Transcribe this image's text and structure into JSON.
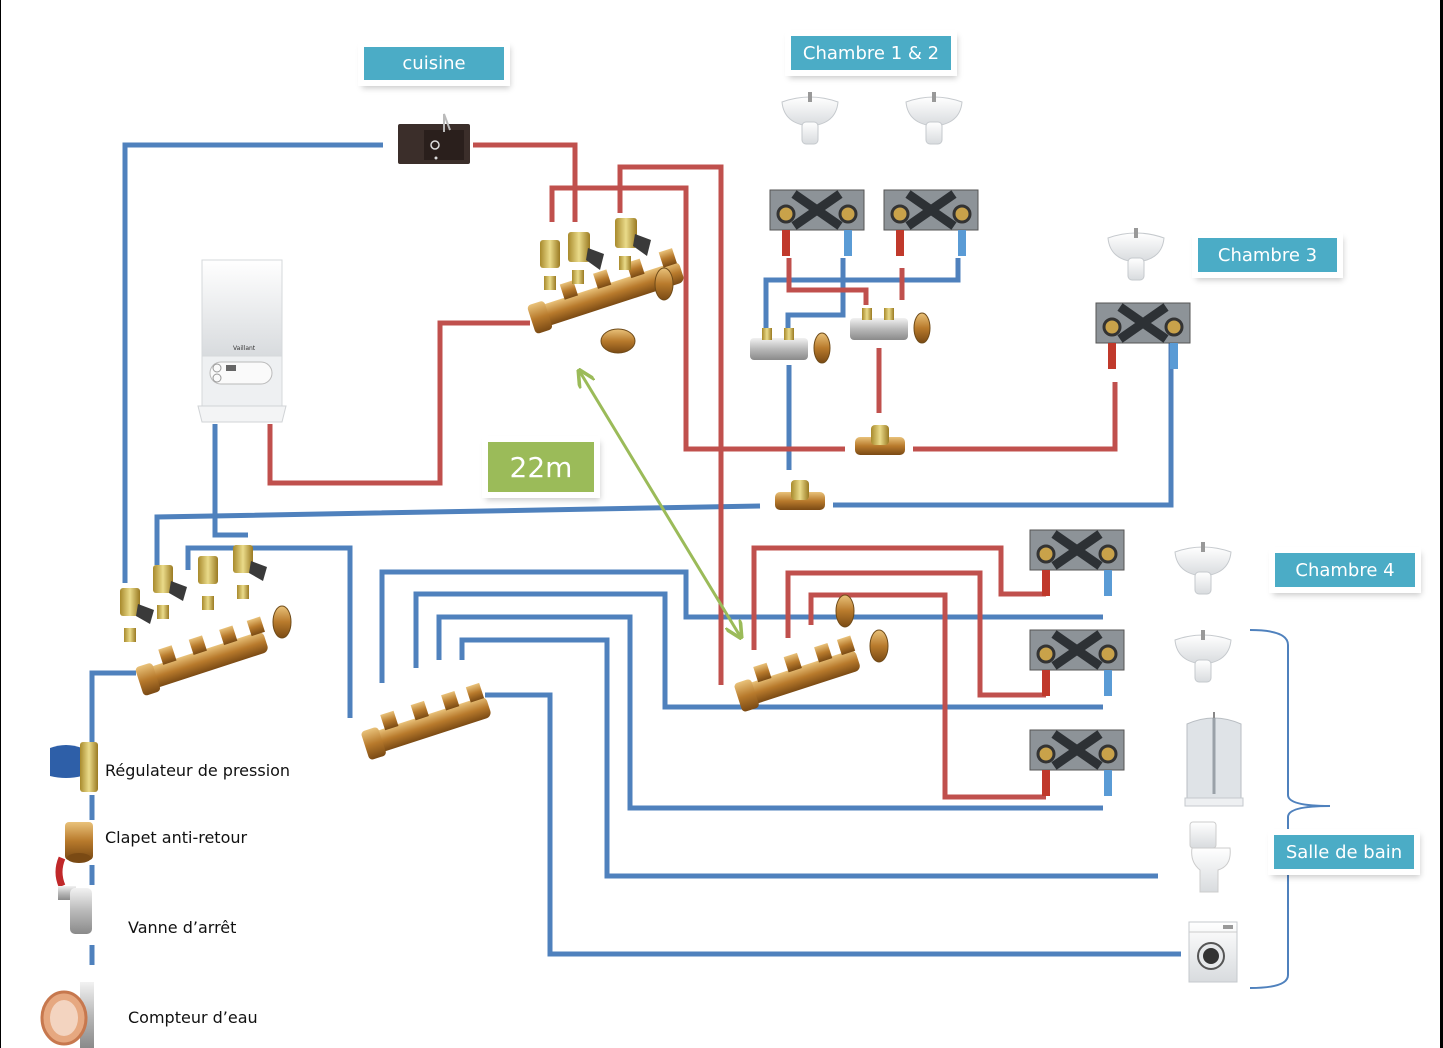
{
  "rooms": {
    "cuisine": "cuisine",
    "chambre_1_2": "Chambre 1 & 2",
    "chambre_3": "Chambre 3",
    "chambre_4": "Chambre 4",
    "salle_de_bain": "Salle de bain"
  },
  "distance_label": "22m",
  "legend": [
    {
      "label": "Régulateur de pression",
      "icon": "pressure-regulator-icon"
    },
    {
      "label": "Clapet anti-retour",
      "icon": "check-valve-icon"
    },
    {
      "label": "Vanne d’arrêt",
      "icon": "shutoff-valve-icon"
    },
    {
      "label": "Compteur d’eau",
      "icon": "water-meter-icon"
    }
  ],
  "appliances": {
    "kitchen": [
      "kitchen-sink"
    ],
    "chambre_1_2": [
      "washbasin",
      "washbasin"
    ],
    "chambre_3": [
      "washbasin"
    ],
    "chambre_4": [
      "washbasin"
    ],
    "salle_de_bain": [
      "washbasin",
      "shower-cabin",
      "toilet",
      "washing-machine"
    ]
  },
  "boiler_brand": "Vaillant",
  "colors": {
    "cold_pipe": "#4f81bd",
    "hot_pipe": "#c0504d",
    "room_label": "#4bacc6",
    "distance_label": "#9bbb59",
    "distance_arrow": "#9bbb59"
  }
}
